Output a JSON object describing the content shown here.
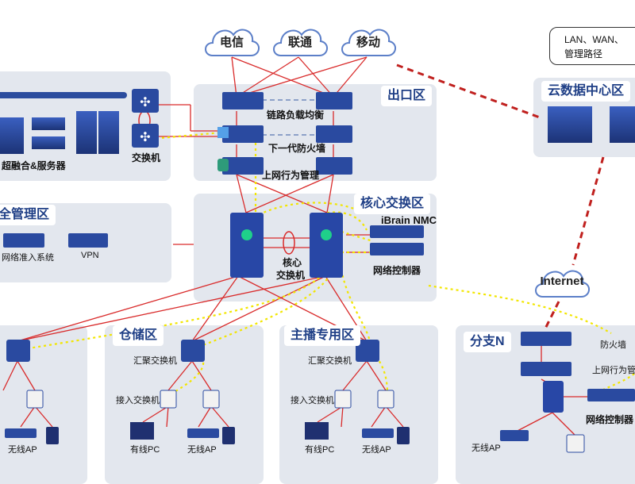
{
  "clouds": {
    "telecom": "电信",
    "unicom": "联通",
    "mobile": "移动",
    "internet": "Internet"
  },
  "legend": {
    "line1": "LAN、WAN、",
    "line2": "管理路径"
  },
  "zones": {
    "egress": "出口区",
    "cloud_dc": "云数据中心区",
    "security": "全管理区",
    "core": "核心交换区",
    "warehouse": "仓储区",
    "anchor": "主播专用区",
    "branch": "分支N"
  },
  "labels": {
    "hci_server": "超融合&服务器",
    "switch": "交换机",
    "load_balance": "链路负载均衡",
    "ngfw": "下一代防火墙",
    "behavior_mgmt": "上网行为管理",
    "nac": "网络准入系统",
    "vpn": "VPN",
    "core_switch_1": "核心",
    "core_switch_2": "交换机",
    "ibrain": "iBrain NMC",
    "net_controller": "网络控制器",
    "agg_switch": "汇聚交换机",
    "access_switch": "接入交换机",
    "wired_pc": "有线PC",
    "wireless_ap": "无线AP",
    "firewall": "防火墙",
    "branch_behavior": "上网行为管理",
    "branch_controller": "网络控制器"
  },
  "colors": {
    "zone_bg": "#e3e7ee",
    "title": "#1f3f86",
    "red_link": "#d92b2b",
    "mgmt_path": "#f2e600",
    "wan_link": "#c0201e",
    "device": "#24408f"
  }
}
